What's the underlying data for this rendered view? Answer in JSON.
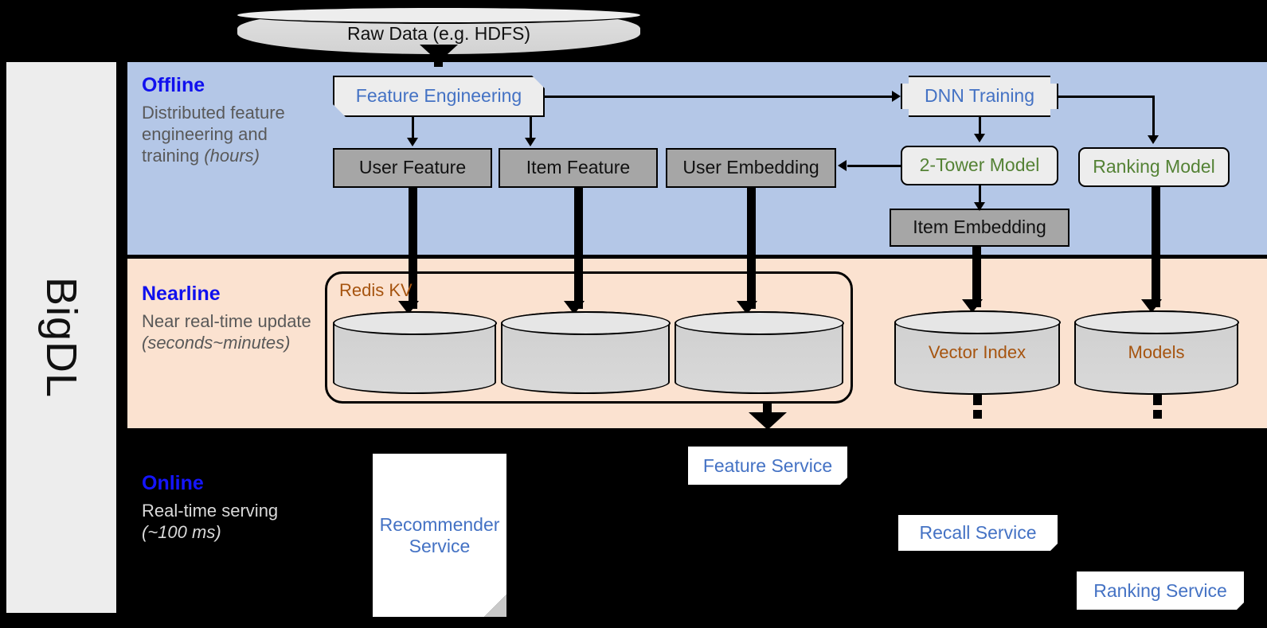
{
  "sidebar": {
    "label": "BigDL"
  },
  "bands": [
    {
      "id": "offline",
      "title": "Offline",
      "subtitle_plain": "Distributed feature engineering and training ",
      "subtitle_italic": "(hours)",
      "color": "#B4C7E7"
    },
    {
      "id": "nearline",
      "title": "Nearline",
      "subtitle_plain": "Near real-time update ",
      "subtitle_italic": "(seconds~minutes)",
      "color": "#FBE2D0"
    },
    {
      "id": "online",
      "title": "Online",
      "subtitle_plain": "Real-time serving ",
      "subtitle_italic": "(~100 ms)",
      "color": "#000000"
    }
  ],
  "nodes": {
    "raw_data": "Raw Data (e.g. HDFS)",
    "feature_engineering": "Feature Engineering",
    "dnn_training": "DNN Training",
    "user_feature": "User Feature",
    "item_feature": "Item Feature",
    "user_embedding": "User Embedding",
    "item_embedding": "Item Embedding",
    "two_tower_model": "2-Tower Model",
    "ranking_model": "Ranking Model",
    "redis_kv": "Redis KV",
    "vector_index": "Vector Index",
    "models": "Models",
    "recommender_service": "Recommender Service",
    "feature_service": "Feature Service",
    "recall_service": "Recall Service",
    "ranking_service": "Ranking Service"
  },
  "colors": {
    "offline_band": "#B4C7E7",
    "nearline_band": "#FBE2D0",
    "online_band": "#000000",
    "band_title": "#1010EE",
    "band_subtitle": "#595959",
    "process_text": "#4472C4",
    "model_text": "#548235",
    "storage_text": "#A6540F",
    "data_box_fill": "#A6A6A6",
    "process_box_fill": "#EDEDED",
    "rail_fill": "#EDEDED"
  }
}
